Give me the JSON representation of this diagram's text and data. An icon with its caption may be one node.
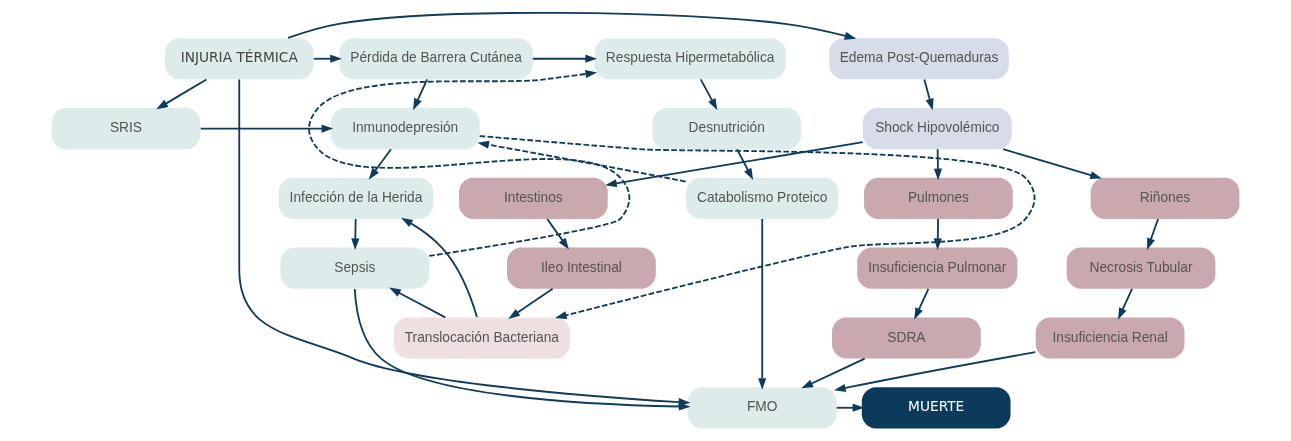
{
  "diagram": {
    "nodes": [
      {
        "text": [
          "Edema Post-Quemaduras"
        ]
      },
      {
        "text": [
          "INJURIA TÉRMICA"
        ]
      },
      {
        "text": [
          "Pérdida de Barrera Cutánea"
        ]
      },
      {
        "text": [
          "Respuesta Hipermetabólica"
        ]
      },
      {
        "text": [
          "Shock Hipovolémico"
        ]
      },
      {
        "text": [
          "SRIS"
        ]
      },
      {
        "text": [
          "Inmunodepresión"
        ]
      },
      {
        "text": [
          "Desnutrición"
        ]
      },
      {
        "text": [
          "Pulmones"
        ]
      },
      {
        "text": [
          "Riñones"
        ]
      },
      {
        "text": [
          "Intestinos"
        ]
      },
      {
        "text": [
          "Infección de la Herida"
        ]
      },
      {
        "text": [
          "Catabolismo Proteico"
        ]
      },
      {
        "text": [
          "Insuficiencia Pulmonar"
        ]
      },
      {
        "text": [
          "Necrosis Tubular"
        ]
      },
      {
        "text": [
          "Ileo Intestinal"
        ]
      },
      {
        "text": [
          "Sepsis"
        ]
      },
      {
        "text": [
          "SDRA"
        ]
      },
      {
        "text": [
          "Insuficiencia Renal"
        ]
      },
      {
        "text": [
          "Translocación Bacteriana"
        ]
      },
      {
        "text": [
          "FMO"
        ]
      },
      {
        "text": [
          "MUERTE"
        ]
      }
    ],
    "edges": [
      {
        "from": 1,
        "to": 0,
        "arrow": "to"
      },
      {
        "from": 1,
        "to": 2,
        "arrow": "to"
      },
      {
        "from": 2,
        "to": 3,
        "arrow": "to"
      },
      {
        "from": 0,
        "to": 4,
        "arrow": "to"
      },
      {
        "from": 1,
        "to": 5,
        "arrow": "to"
      },
      {
        "from": 5,
        "to": 6,
        "arrow": "to"
      },
      {
        "from": 2,
        "to": 6,
        "arrow": "to"
      },
      {
        "from": 3,
        "to": 7,
        "arrow": "to"
      },
      {
        "from": 4,
        "to": 8,
        "arrow": "to"
      },
      {
        "from": 4,
        "to": 9,
        "arrow": "to"
      },
      {
        "from": 4,
        "to": 10,
        "arrow": "to"
      },
      {
        "from": 6,
        "to": 11,
        "arrow": "to"
      },
      {
        "from": 7,
        "to": 12,
        "arrow": "to"
      },
      {
        "from": 8,
        "to": 13,
        "arrow": "to"
      },
      {
        "from": 9,
        "to": 14,
        "arrow": "to"
      },
      {
        "from": 10,
        "to": 15,
        "arrow": "to"
      },
      {
        "from": 11,
        "to": 16,
        "arrow": "to"
      },
      {
        "from": 13,
        "to": 17,
        "arrow": "to"
      },
      {
        "from": 14,
        "to": 18,
        "arrow": "to"
      },
      {
        "from": 15,
        "to": 19,
        "arrow": "to"
      },
      {
        "from": 6,
        "to": 19,
        "arrow": "to",
        "style": "dashed"
      },
      {
        "from": 12,
        "to": 6,
        "arrow": "to",
        "style": "dashed"
      },
      {
        "from": 16,
        "to": 3,
        "arrow": "to",
        "style": "dashed"
      },
      {
        "from": 19,
        "to": 11,
        "arrow": "to"
      },
      {
        "from": 19,
        "to": 16,
        "arrow": "to"
      },
      {
        "from": 17,
        "to": 20,
        "arrow": "to"
      },
      {
        "from": 18,
        "to": 20,
        "arrow": "to"
      },
      {
        "from": 1,
        "to": 20,
        "arrow": "to"
      },
      {
        "from": 16,
        "to": 20,
        "arrow": "to"
      },
      {
        "from": 12,
        "to": 20,
        "arrow": "to"
      },
      {
        "from": 20,
        "to": 21,
        "arrow": "to"
      }
    ]
  }
}
